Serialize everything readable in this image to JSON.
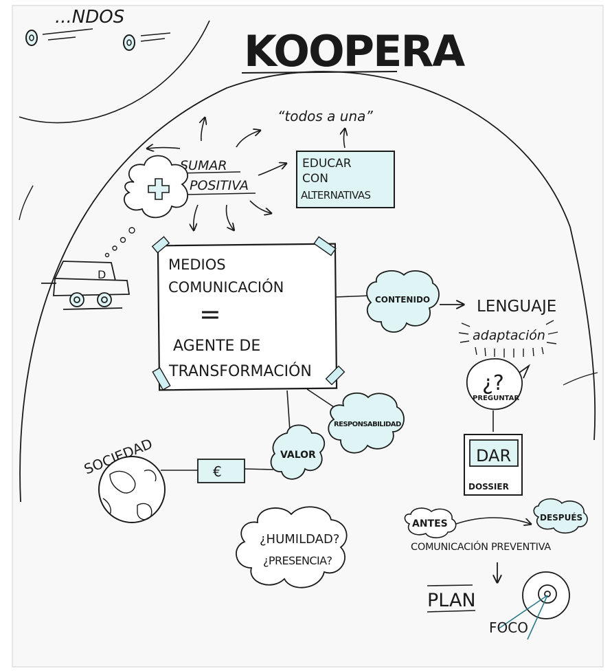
{
  "colors": {
    "paper": "#f7f7f7",
    "ink": "#1a1a1a",
    "highlight": "#dff4f4",
    "tape": "#cfeff3",
    "page_border": "#e9e9e9"
  },
  "top_left_fragment": "...NDOS",
  "title": "KOOPERA",
  "quote": "“todos a una”",
  "sumar_line1": "SUMAR",
  "sumar_line2": "POSITIVA",
  "educar": {
    "line1": "EDUCAR",
    "line2": "CON",
    "line3": "ALTERNATIVAS"
  },
  "center_box": {
    "line1": "MEDIOS",
    "line2": "COMUNICACIÓN",
    "equals": "=",
    "line3": "AGENTE DE",
    "line4": "TRANSFORMACIÓN"
  },
  "contenido": "CONTENIDO",
  "lenguaje": "LENGUAJE",
  "adaptacion": "adaptación",
  "preguntar_symbol": "¿?",
  "preguntar": "PREGUNTAR",
  "dar": "DAR",
  "dossier": "DOSSIER",
  "responsabilidad": "RESPONSABILIDAD",
  "valor": "VALOR",
  "euro": "€",
  "sociedad": "SOCIEDAD",
  "humildad_line1": "¿HUMILDAD?",
  "humildad_line2": "¿PRESENCIA?",
  "antes": "ANTES",
  "despues": "DESPUÉS",
  "comunicacion_preventiva": "COMUNICACIÓN PREVENTIVA",
  "plan": "PLAN",
  "foco": "FOCO"
}
